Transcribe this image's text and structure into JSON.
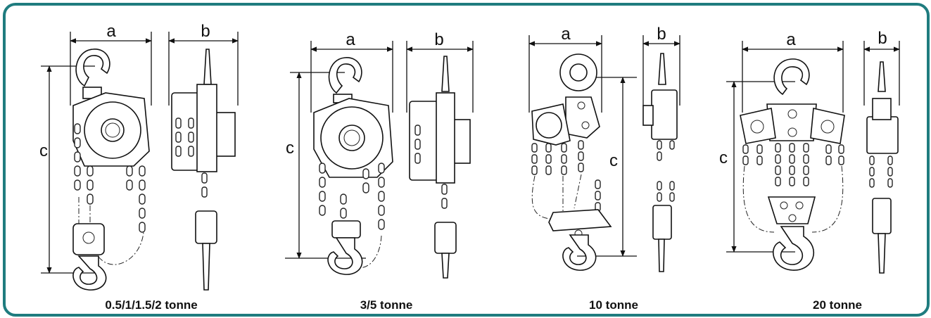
{
  "accent": "#1f7c7f",
  "dimension_labels": {
    "a": "a",
    "b": "b",
    "c": "c"
  },
  "variants": [
    {
      "caption": "0.5/1/1.5/2 tonne"
    },
    {
      "caption": "3/5 tonne"
    },
    {
      "caption": "10 tonne"
    },
    {
      "caption": "20 tonne"
    }
  ]
}
